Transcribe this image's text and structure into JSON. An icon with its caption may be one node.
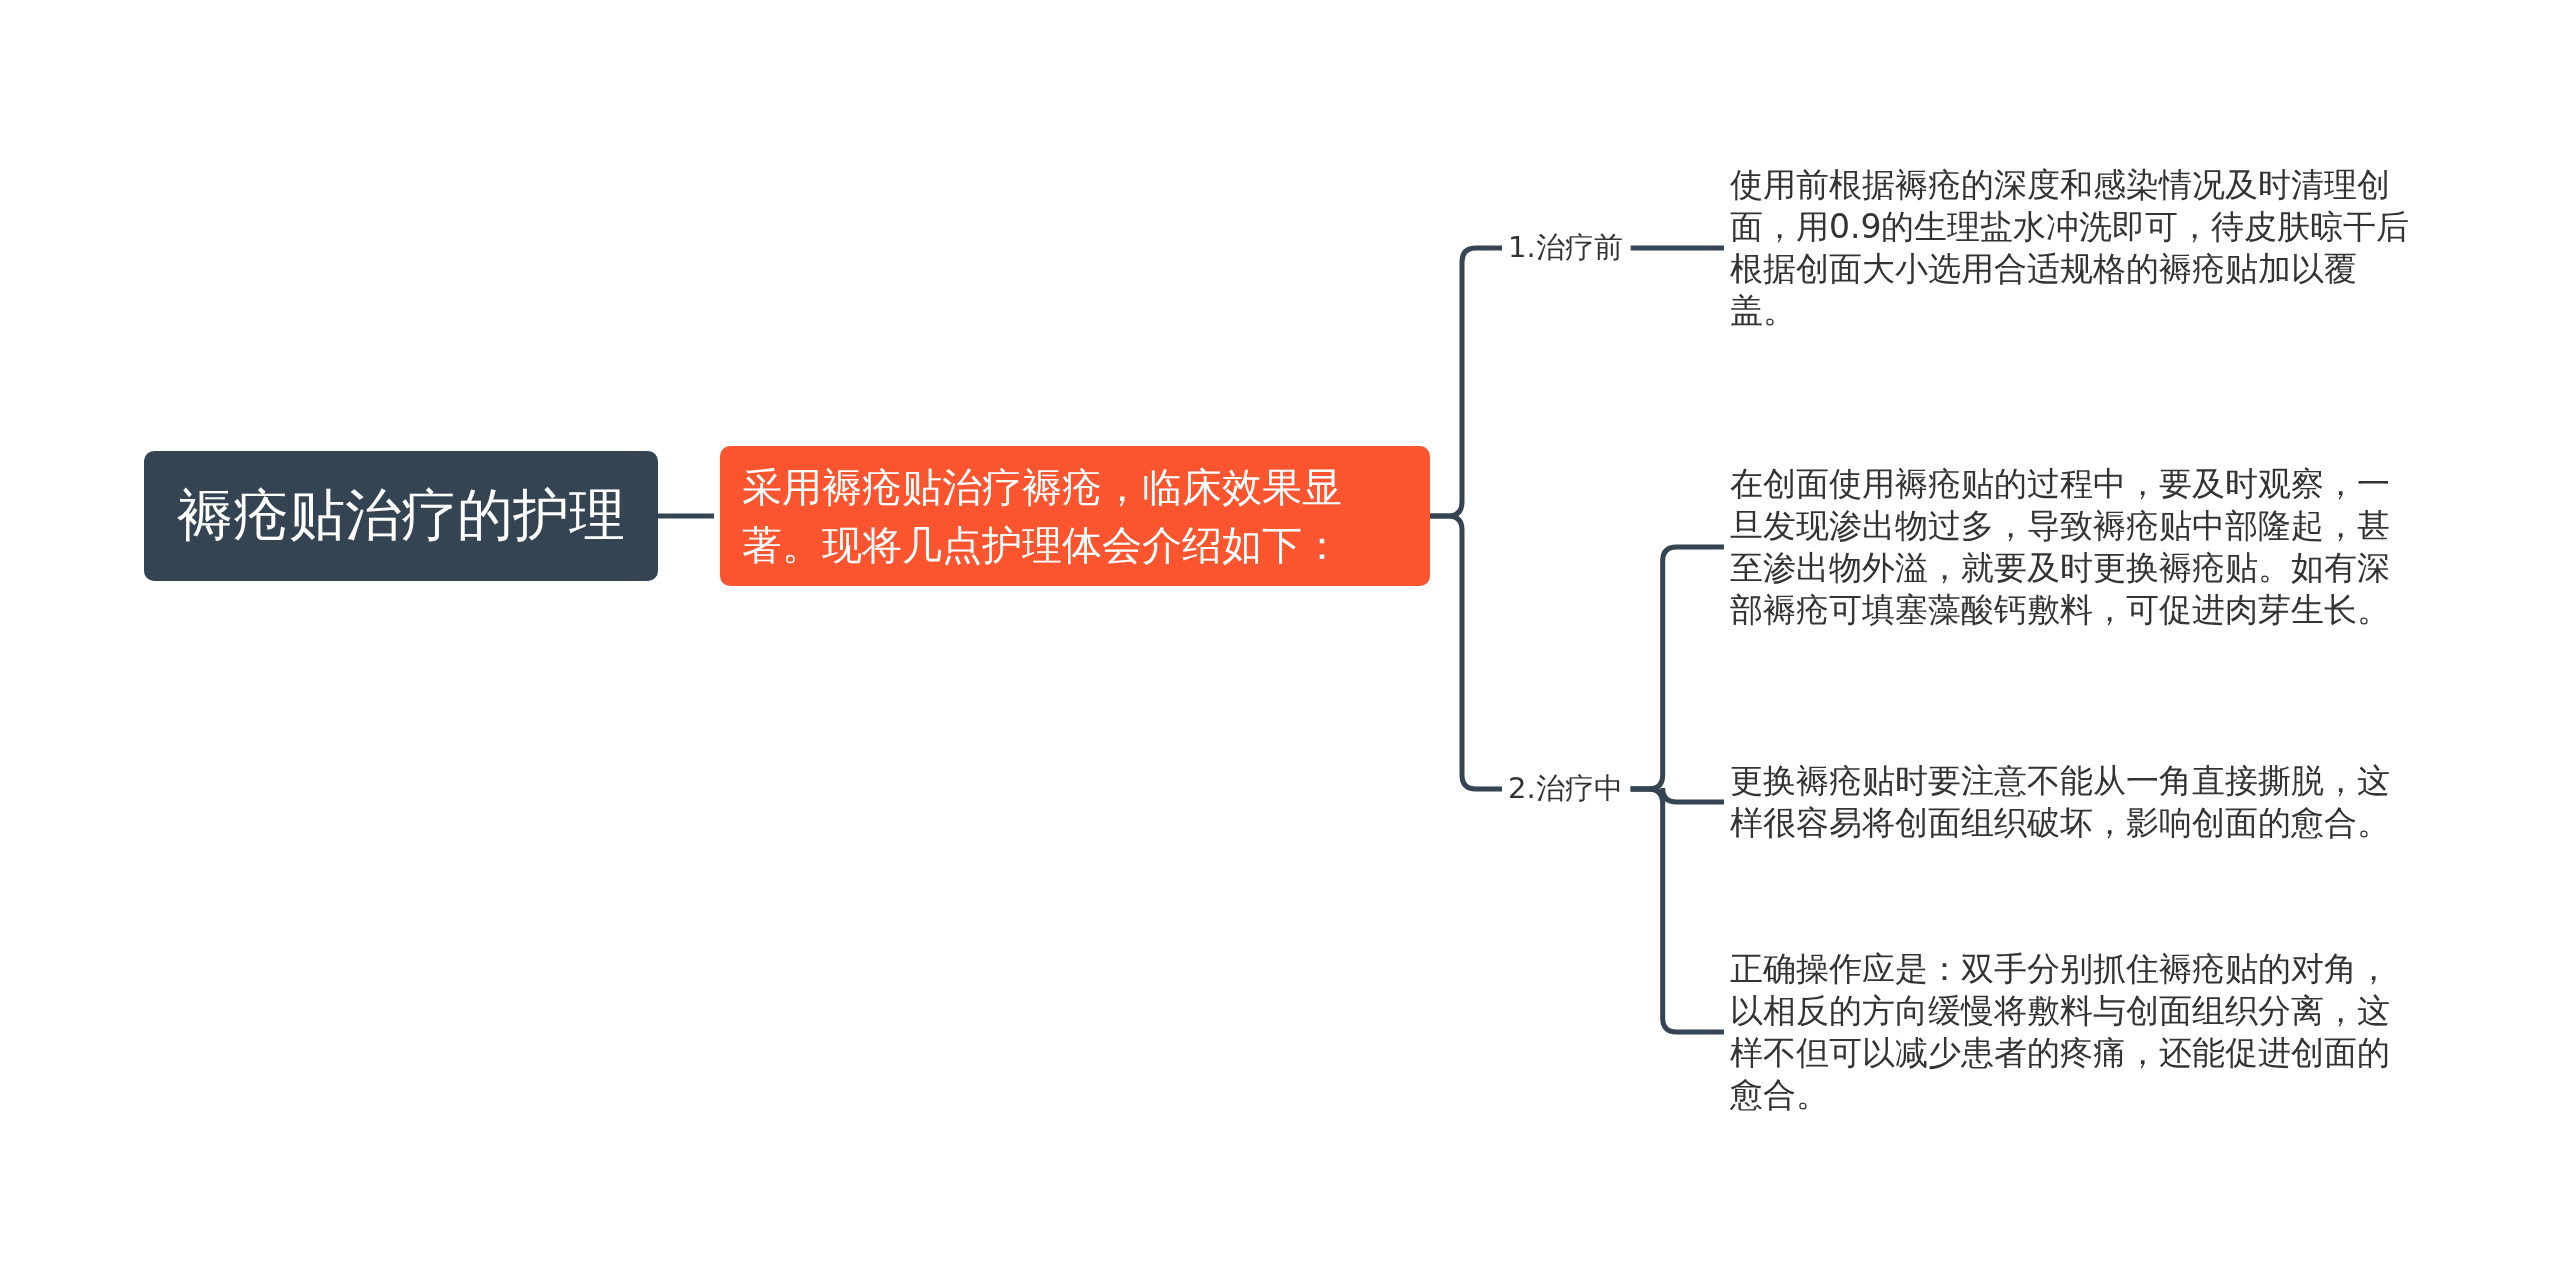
{
  "diagram": {
    "nodes": [
      {
        "text": [
          "褥疮贴治疗的护理"
        ]
      },
      {
        "text": [
          "采用褥疮贴治疗褥疮，临床效果显著。现将几点护理体会介绍如下："
        ]
      },
      {
        "text": [
          "1.治疗前"
        ]
      },
      {
        "text": [
          "使用前根据褥疮的深度和感染情况及时清理创面，用0.9的生理盐水冲洗即可，待皮肤晾干后根据创面大小选用合适规格的褥疮贴加以覆盖。"
        ]
      },
      {
        "text": [
          "2.治疗中"
        ]
      },
      {
        "text": [
          "在创面使用褥疮贴的过程中，要及时观察，一旦发现渗出物过多，导致褥疮贴中部隆起，甚至渗出物外溢，就要及时更换褥疮贴。如有深部褥疮可填塞藻酸钙敷料，可促进肉芽生长。"
        ]
      },
      {
        "text": [
          "更换褥疮贴时要注意不能从一角直接撕脱，这样很容易将创面组织破坏，影响创面的愈合。"
        ]
      },
      {
        "text": [
          "正确操作应是：双手分别抓住褥疮贴的对角，以相反的方向缓慢将敷料与创面组织分离，这样不但可以减少患者的疼痛，还能促进创面的愈合。"
        ]
      }
    ],
    "edges": [
      {
        "from": 0,
        "to": 1,
        "arrow": "none"
      },
      {
        "from": 1,
        "to": 2,
        "arrow": "none"
      },
      {
        "from": 1,
        "to": 4,
        "arrow": "none"
      },
      {
        "from": 2,
        "to": 3,
        "arrow": "none"
      },
      {
        "from": 4,
        "to": 5,
        "arrow": "none"
      },
      {
        "from": 4,
        "to": 6,
        "arrow": "none"
      },
      {
        "from": 4,
        "to": 7,
        "arrow": "none"
      }
    ]
  }
}
